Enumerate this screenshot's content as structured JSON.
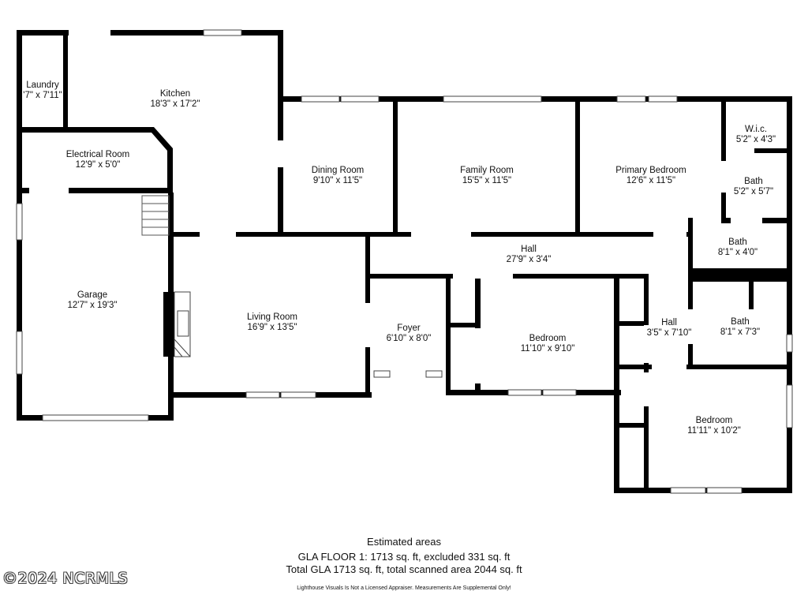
{
  "rooms": [
    {
      "id": "laundry",
      "name": "Laundry",
      "dims": "'7\" x 7'11\""
    },
    {
      "id": "kitchen",
      "name": "Kitchen",
      "dims": "18'3\" x 17'2\""
    },
    {
      "id": "electrical",
      "name": "Electrical Room",
      "dims": "12'9\" x 5'0\""
    },
    {
      "id": "dining",
      "name": "Dining Room",
      "dims": "9'10\" x 11'5\""
    },
    {
      "id": "family",
      "name": "Family Room",
      "dims": "15'5\" x 11'5\""
    },
    {
      "id": "primary",
      "name": "Primary Bedroom",
      "dims": "12'6\" x 11'5\""
    },
    {
      "id": "wic",
      "name": "W.i.c.",
      "dims": "5'2\" x 4'3\""
    },
    {
      "id": "bath1",
      "name": "Bath",
      "dims": "5'2\" x 5'7\""
    },
    {
      "id": "bath2",
      "name": "Bath",
      "dims": "8'1\" x 4'0\""
    },
    {
      "id": "hall-main",
      "name": "Hall",
      "dims": "27'9\" x 3'4\""
    },
    {
      "id": "garage",
      "name": "Garage",
      "dims": "12'7\" x 19'3\""
    },
    {
      "id": "living",
      "name": "Living Room",
      "dims": "16'9\" x 13'5\""
    },
    {
      "id": "foyer",
      "name": "Foyer",
      "dims": "6'10\" x 8'0\""
    },
    {
      "id": "bedroom1",
      "name": "Bedroom",
      "dims": "11'10\" x 9'10\""
    },
    {
      "id": "hall-small",
      "name": "Hall",
      "dims": "3'5\" x 7'10\""
    },
    {
      "id": "bath3",
      "name": "Bath",
      "dims": "8'1\" x 7'3\""
    },
    {
      "id": "bedroom2",
      "name": "Bedroom",
      "dims": "11'11\" x 10'2\""
    }
  ],
  "estimate": {
    "title": "Estimated areas",
    "line1": "GLA FLOOR 1: 1713 sq. ft, excluded 331 sq. ft",
    "line2": "Total GLA 1713 sq. ft, total scanned area 2044 sq. ft"
  },
  "disclaimer": "Lighthouse Visuals Is Not a Licensed Appraiser. Measurements Are Supplemental Only!",
  "watermark": "©2024 NCRMLS",
  "colors": {
    "wall": "#000000",
    "window": "#ffffff",
    "background": "#ffffff"
  }
}
